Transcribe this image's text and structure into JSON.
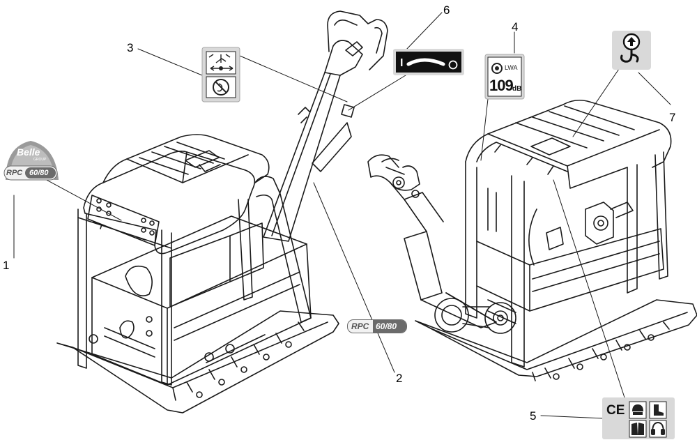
{
  "callouts": [
    {
      "id": "1",
      "label": "1"
    },
    {
      "id": "2",
      "label": "2"
    },
    {
      "id": "3",
      "label": "3"
    },
    {
      "id": "4",
      "label": "4"
    },
    {
      "id": "5",
      "label": "5"
    },
    {
      "id": "6",
      "label": "6"
    },
    {
      "id": "7",
      "label": "7"
    }
  ],
  "decals": {
    "brand": {
      "logo": "Belle",
      "sub": "GROUP",
      "model_prefix": "RPC",
      "model_suffix": "60/80"
    },
    "side_model": {
      "model_prefix": "RPC",
      "model_suffix": "60/80"
    },
    "noise": {
      "value": "109",
      "unit": "dB",
      "label": "LWA"
    },
    "throttle": {
      "left": "I",
      "right": "O"
    },
    "ce_mark": "CE"
  },
  "icons": [
    "belle-logo-icon",
    "handle-direction-icon",
    "lifting-point-icon",
    "noise-level-icon",
    "ppe-helmet-icon",
    "ppe-boot-icon",
    "manual-book-icon",
    "ear-protection-icon",
    "throttle-icon"
  ],
  "colors": {
    "line": "#1a1a1a",
    "decal_bg": "#d9d9d9",
    "badge_dark": "#6b6b6b",
    "badge_light": "#f2f2f2"
  }
}
